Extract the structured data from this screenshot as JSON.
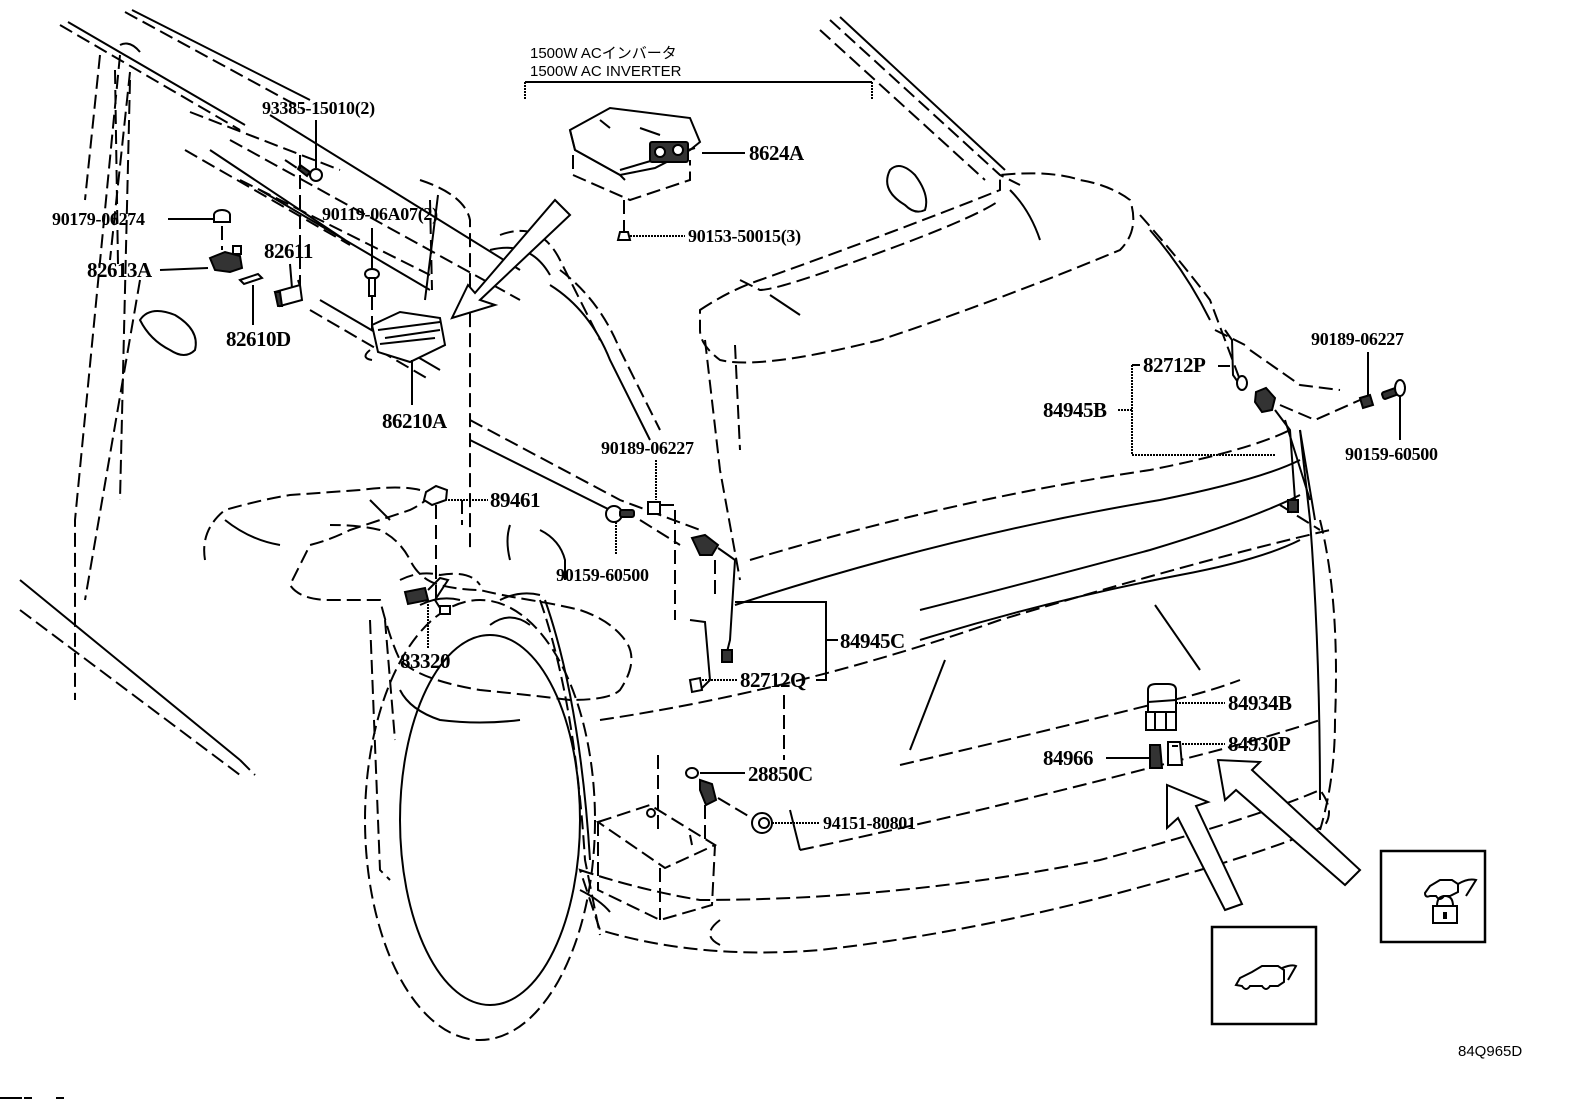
{
  "diagram": {
    "title_jp": "1500W ACインバータ",
    "title_en": "1500W AC INVERTER",
    "diagram_code": "84Q965D"
  },
  "parts": {
    "p93385_15010": "93385-15010(2)",
    "p90179_06274": "90179-06274",
    "p82613A": "82613A",
    "p82611": "82611",
    "p90119_06A07": "90119-06A07(2)",
    "p82610D": "82610D",
    "p86210A": "86210A",
    "p8624A": "8624A",
    "p90153_50015": "90153-50015(3)",
    "p89461": "89461",
    "p90189_06227_left": "90189-06227",
    "p90159_60500_left": "90159-60500",
    "p83320": "83320",
    "p84945C": "84945C",
    "p82712Q": "82712Q",
    "p28850C": "28850C",
    "p94151_80801": "94151-80801",
    "p82712P": "82712P",
    "p84945B": "84945B",
    "p90189_06227_right": "90189-06227",
    "p90159_60500_right": "90159-60500",
    "p84934B": "84934B",
    "p84966": "84966",
    "p84930P": "84930P"
  },
  "icons": {
    "back_door_open": "back-door-open-icon",
    "back_door_lock": "back-door-lock-icon"
  }
}
